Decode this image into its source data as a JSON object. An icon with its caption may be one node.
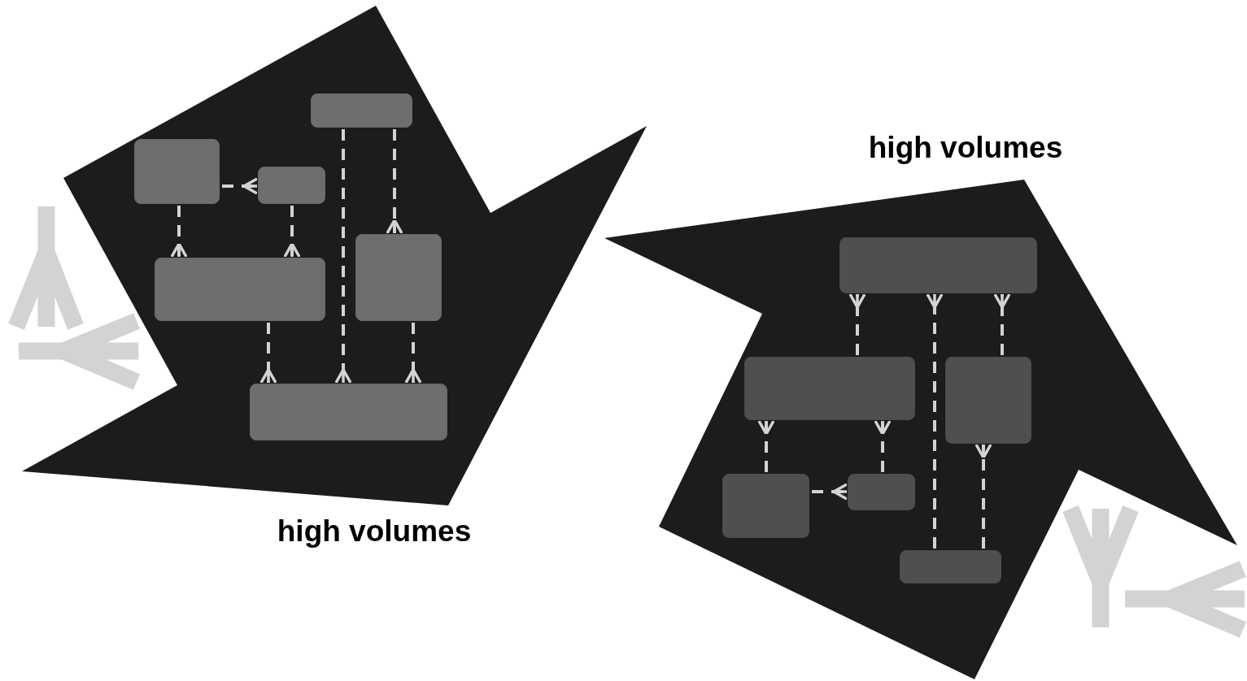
{
  "diagram": {
    "nodes": [
      {
        "text": [],
        "shape": "star",
        "beside": [
          "high volumes"
        ]
      },
      {
        "text": [],
        "shape": "box",
        "in": 0
      },
      {
        "text": [],
        "shape": "box",
        "in": 0
      },
      {
        "text": [],
        "shape": "box",
        "in": 0
      },
      {
        "text": [],
        "shape": "box",
        "in": 0
      },
      {
        "text": [],
        "shape": "box",
        "in": 0
      },
      {
        "text": [],
        "shape": "box",
        "in": 0
      },
      {
        "text": [],
        "shape": "star",
        "beside": [
          "high volumes"
        ]
      },
      {
        "text": [],
        "shape": "box",
        "in": 7
      },
      {
        "text": [],
        "shape": "box",
        "in": 7
      },
      {
        "text": [],
        "shape": "box",
        "in": 7
      },
      {
        "text": [],
        "shape": "box",
        "in": 7
      },
      {
        "text": [],
        "shape": "box",
        "in": 7
      },
      {
        "text": [],
        "shape": "box",
        "in": 7
      }
    ],
    "edges": [
      {
        "from": 2,
        "to": 3,
        "arrow": "other",
        "style": "dashed"
      },
      {
        "from": 2,
        "to": 4,
        "arrow": "other",
        "style": "dashed"
      },
      {
        "from": 3,
        "to": 4,
        "arrow": "other",
        "style": "dashed"
      },
      {
        "from": 1,
        "to": 5,
        "arrow": "other",
        "style": "dashed"
      },
      {
        "from": 1,
        "to": 6,
        "arrow": "other",
        "style": "dashed"
      },
      {
        "from": 4,
        "to": 6,
        "arrow": "other",
        "style": "dashed"
      },
      {
        "from": 5,
        "to": 6,
        "arrow": "other",
        "style": "dashed"
      },
      {
        "from": 9,
        "to": 8,
        "arrow": "other",
        "style": "dashed"
      },
      {
        "from": 13,
        "to": 8,
        "arrow": "other",
        "style": "dashed"
      },
      {
        "from": 10,
        "to": 8,
        "arrow": "other",
        "style": "dashed"
      },
      {
        "from": 11,
        "to": 9,
        "arrow": "other",
        "style": "dashed"
      },
      {
        "from": 12,
        "to": 9,
        "arrow": "other",
        "style": "dashed"
      },
      {
        "from": 11,
        "to": 12,
        "arrow": "other",
        "style": "dashed"
      },
      {
        "from": 13,
        "to": 10,
        "arrow": "other",
        "style": "dashed"
      }
    ]
  }
}
